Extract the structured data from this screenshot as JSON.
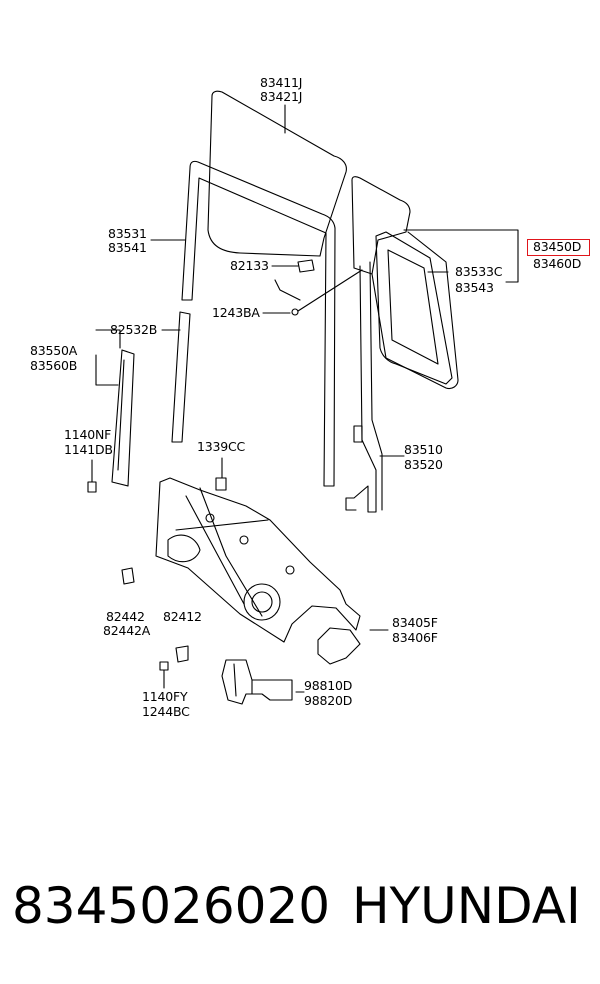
{
  "labels": {
    "p83411J": "83411J",
    "p83421J": "83421J",
    "p83531": "83531",
    "p83541": "83541",
    "p82133": "82133",
    "p1243BA": "1243BA",
    "p83450D": "83450D",
    "p83460D": "83460D",
    "p83533C": "83533C",
    "p83543": "83543",
    "p82532B": "82532B",
    "p83550A": "83550A",
    "p83560B": "83560B",
    "p1140NF": "1140NF",
    "p1141DB": "1141DB",
    "p1339CC": "1339CC",
    "p83510": "83510",
    "p83520": "83520",
    "p83405F": "83405F",
    "p83406F": "83406F",
    "p82442": "82442",
    "p82442A": "82442A",
    "p82412": "82412",
    "p1140FY": "1140FY",
    "p1244BC": "1244BC",
    "p98810D": "98810D",
    "p98820D": "98820D"
  },
  "highlight_color": "#e0151b",
  "footer": {
    "part_number": "8345026020",
    "brand": "HYUNDAI"
  }
}
